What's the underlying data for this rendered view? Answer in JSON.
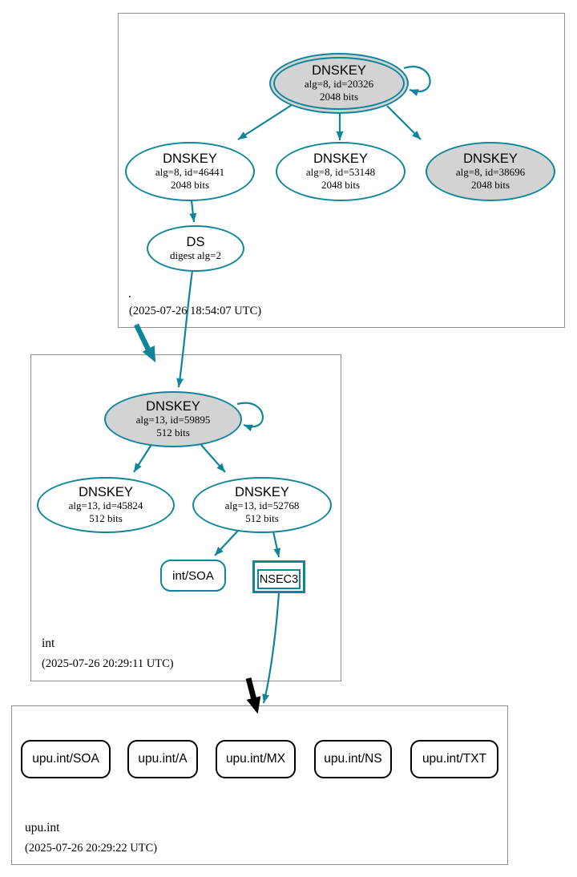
{
  "colors": {
    "teal": "#0f8599",
    "node_fill_gray": "#d3d3d3",
    "black": "#000000",
    "box_border": "#8f8f8f"
  },
  "zones": {
    "root": {
      "label": ".",
      "timestamp": "(2025-07-26 18:54:07 UTC)",
      "nodes": {
        "ksk20326": {
          "title": "DNSKEY",
          "detail1": "alg=8, id=20326",
          "detail2": "2048 bits"
        },
        "zsk46441": {
          "title": "DNSKEY",
          "detail1": "alg=8, id=46441",
          "detail2": "2048 bits"
        },
        "zsk53148": {
          "title": "DNSKEY",
          "detail1": "alg=8, id=53148",
          "detail2": "2048 bits"
        },
        "zsk38696": {
          "title": "DNSKEY",
          "detail1": "alg=8, id=38696",
          "detail2": "2048 bits"
        },
        "ds": {
          "title": "DS",
          "detail1": "digest alg=2"
        }
      }
    },
    "int": {
      "label": "int",
      "timestamp": "(2025-07-26 20:29:11 UTC)",
      "nodes": {
        "ksk59895": {
          "title": "DNSKEY",
          "detail1": "alg=13, id=59895",
          "detail2": "512 bits"
        },
        "zsk45824": {
          "title": "DNSKEY",
          "detail1": "alg=13, id=45824",
          "detail2": "512 bits"
        },
        "zsk52768": {
          "title": "DNSKEY",
          "detail1": "alg=13, id=52768",
          "detail2": "512 bits"
        },
        "soa": {
          "label": "int/SOA"
        },
        "nsec3": {
          "label": "NSEC3"
        }
      }
    },
    "upu": {
      "label": "upu.int",
      "timestamp": "(2025-07-26 20:29:22 UTC)",
      "nodes": {
        "soa": {
          "label": "upu.int/SOA"
        },
        "a": {
          "label": "upu.int/A"
        },
        "mx": {
          "label": "upu.int/MX"
        },
        "ns": {
          "label": "upu.int/NS"
        },
        "txt": {
          "label": "upu.int/TXT"
        }
      }
    }
  }
}
